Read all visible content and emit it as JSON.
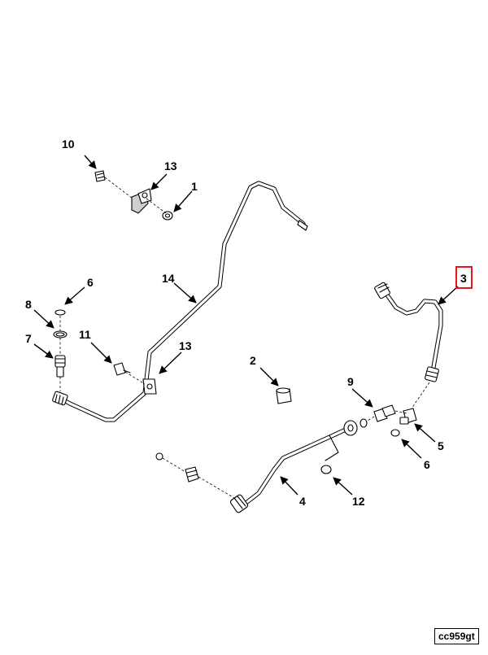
{
  "callouts": {
    "c1": "1",
    "c2": "2",
    "c3": "3",
    "c4": "4",
    "c5": "5",
    "c6a": "6",
    "c6b": "6",
    "c7": "7",
    "c8": "8",
    "c9": "9",
    "c10": "10",
    "c11": "11",
    "c12": "12",
    "c13a": "13",
    "c13b": "13",
    "c14": "14"
  },
  "highlight": {
    "callout": "3",
    "color": "#e8151b"
  },
  "drawing_id": "cc959gt"
}
